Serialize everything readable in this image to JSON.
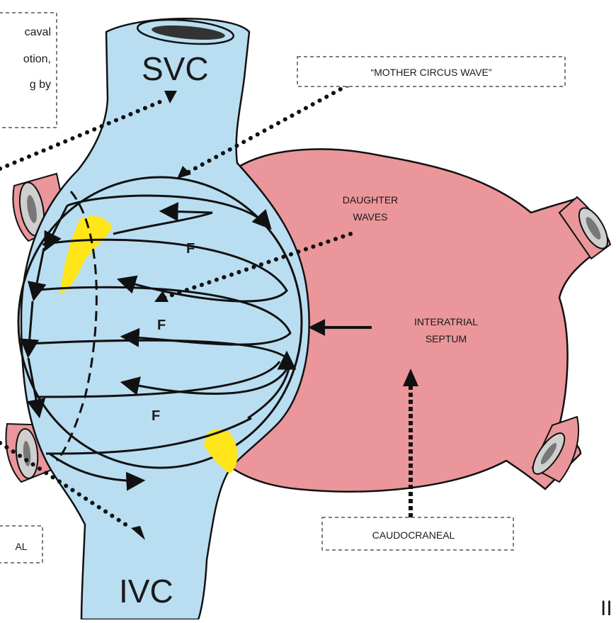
{
  "labels": {
    "svc": "SVC",
    "ivc": "IVC",
    "mother_wave": "“MOTHER CIRCUS WAVE”",
    "daughter_waves_line1": "DAUGHTER",
    "daughter_waves_line2": "WAVES",
    "interatrial_line1": "INTERATRIAL",
    "interatrial_line2": "SEPTUM",
    "caudocraneal": "CAUDOCRANEAL",
    "f1": "F",
    "f2": "F",
    "f3": "F",
    "partial_note_line1": "caval",
    "partial_note_line2": "otion,",
    "partial_note_line3": "g  by",
    "partial_bottom_left": "AL",
    "corner_partial": "II"
  },
  "colors": {
    "right_atrium": "#b9def2",
    "left_atrium": "#ea969b",
    "trigger_zone": "#ffe61a",
    "outline": "#111111",
    "box_border": "#555555"
  }
}
